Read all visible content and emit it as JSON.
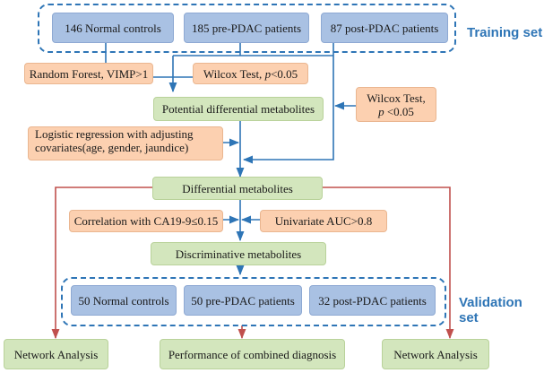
{
  "training_set": {
    "label": "Training set",
    "groups": [
      "146 Normal controls",
      "185 pre-PDAC patients",
      "87 post-PDAC patients"
    ]
  },
  "steps": {
    "random_forest": "Random Forest, VIMP>1",
    "wilcox_1_prefix": "Wilcox Test, ",
    "wilcox_1_p": "p",
    "wilcox_1_suffix": " <0.05",
    "wilcox_2_line1": "Wilcox Test,",
    "wilcox_2_p": "p",
    "wilcox_2_suffix": " <0.05",
    "potential": "Potential differential metabolites",
    "logistic_line1": "Logistic regression with adjusting",
    "logistic_line2": "covariates(age, gender, jaundice)",
    "differential": "Differential metabolites",
    "correlation": "Correlation with CA19-9≤0.15",
    "auc": "Univariate AUC>0.8",
    "discriminative": "Discriminative metabolites"
  },
  "validation_set": {
    "label": "Validation set",
    "groups": [
      "50 Normal controls",
      "50 pre-PDAC patients",
      "32 post-PDAC patients"
    ]
  },
  "outputs": {
    "network_left": "Network Analysis",
    "combined": "Performance of combined diagnosis",
    "network_right": "Network Analysis"
  },
  "colors": {
    "blue_box": "#a9c1e3",
    "green_box": "#d3e6bd",
    "orange_box": "#fcd0b0",
    "dashed_border": "#2e75b6",
    "arrow_blue": "#2e75b6",
    "arrow_red": "#c0504d"
  }
}
